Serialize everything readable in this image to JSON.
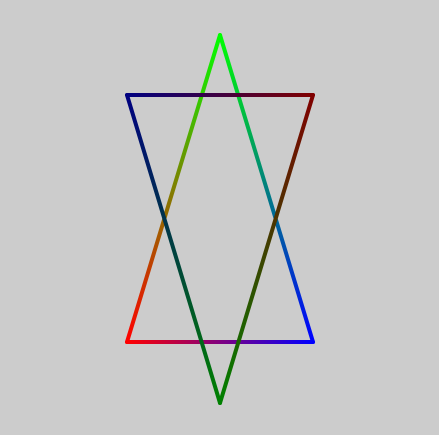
{
  "canvas": {
    "background": "#cccccc"
  },
  "shapes": [
    {
      "name": "upward-triangle",
      "edges": [
        {
          "name": "edge-apex-to-bottom-left",
          "from_color": "#00ff00",
          "to_color": "#ff0000"
        },
        {
          "name": "edge-bottom-left-to-bottom-right",
          "from_color": "#ff0000",
          "to_color": "#0000ff"
        },
        {
          "name": "edge-bottom-right-to-apex",
          "from_color": "#0000ff",
          "to_color": "#00ff00"
        }
      ]
    },
    {
      "name": "downward-triangle",
      "edges": [
        {
          "name": "edge-top-left-to-top-right",
          "from_color": "#000080",
          "to_color": "#800000"
        },
        {
          "name": "edge-top-right-to-bottom-apex",
          "from_color": "#800000",
          "to_color": "#008000"
        },
        {
          "name": "edge-bottom-apex-to-top-left",
          "from_color": "#008000",
          "to_color": "#000080"
        }
      ]
    }
  ]
}
